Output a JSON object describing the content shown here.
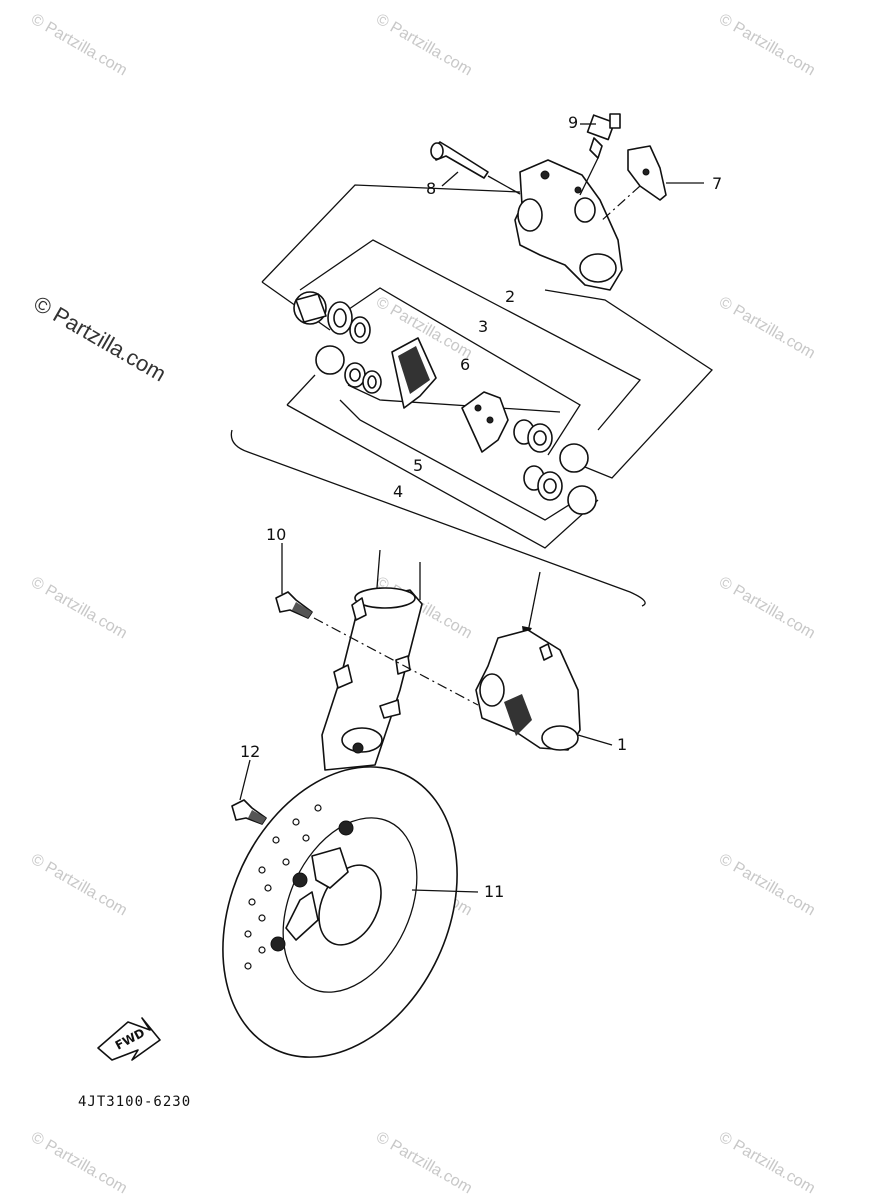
{
  "callouts": [
    "1",
    "2",
    "3",
    "4",
    "5",
    "6",
    "7",
    "8",
    "9",
    "10",
    "11",
    "12"
  ],
  "figure_code": "4JT3100-6230",
  "fwd_label": "FWD",
  "watermark": {
    "small": "© Partzilla.com",
    "large": "© Partzilla.com"
  }
}
